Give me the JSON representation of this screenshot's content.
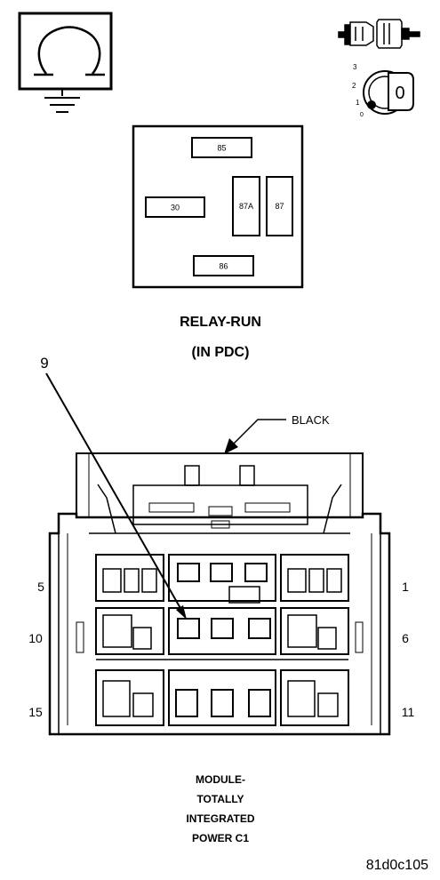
{
  "relay": {
    "pins": {
      "p85": "85",
      "p30": "30",
      "p87a": "87A",
      "p87": "87",
      "p86": "86"
    },
    "title_line1": "RELAY-RUN",
    "title_line2": "(IN PDC)"
  },
  "ignition": {
    "positions": [
      "3",
      "2",
      "1",
      "0"
    ],
    "key_label": "0"
  },
  "connector": {
    "callout_pin": "9",
    "color_label": "BLACK",
    "pin_labels": {
      "left_top": "5",
      "left_mid": "10",
      "left_bot": "15",
      "right_top": "1",
      "right_mid": "6",
      "right_bot": "11"
    },
    "title_lines": [
      "MODULE-",
      "TOTALLY",
      "INTEGRATED",
      "POWER C1"
    ]
  },
  "figure_id": "81d0c105",
  "icons": [
    "ground-ohm-icon",
    "connector-plug-icon",
    "ignition-switch-icon"
  ]
}
